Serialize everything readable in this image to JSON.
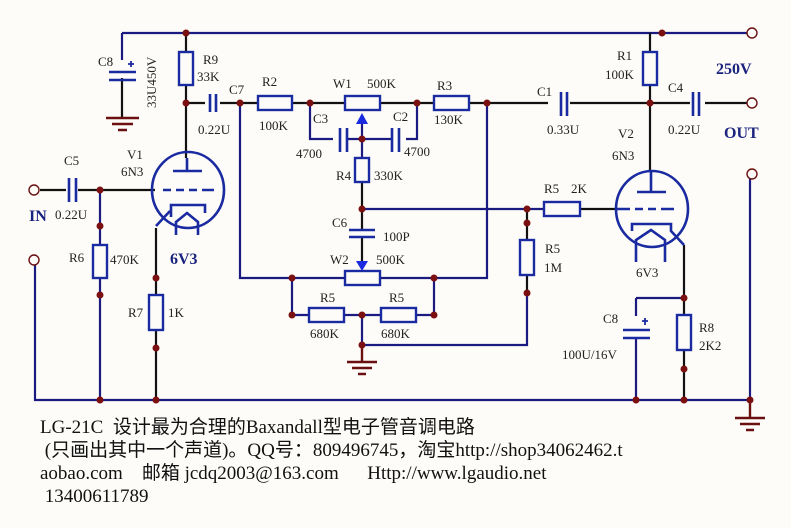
{
  "title": "LG-21C Baxandall tube tone control circuit",
  "components": {
    "C8_top": {
      "ref": "C8",
      "value": "33U450V"
    },
    "R9": {
      "ref": "R9",
      "value": "33K"
    },
    "C7": {
      "ref": "C7",
      "value": "0.22U"
    },
    "R2": {
      "ref": "R2",
      "value": "100K"
    },
    "W1": {
      "ref": "W1",
      "value": "500K"
    },
    "R3": {
      "ref": "R3",
      "value": "130K"
    },
    "C3": {
      "ref": "C3",
      "value": "4700"
    },
    "C2": {
      "ref": "C2",
      "value": "4700"
    },
    "R4": {
      "ref": "R4",
      "value": "330K"
    },
    "C6": {
      "ref": "C6",
      "value": "100P"
    },
    "W2": {
      "ref": "W2",
      "value": "500K"
    },
    "R5_left": {
      "ref": "R5",
      "value": "680K"
    },
    "R5_right": {
      "ref": "R5",
      "value": "680K"
    },
    "C1": {
      "ref": "C1",
      "value": "0.33U"
    },
    "R1": {
      "ref": "R1",
      "value": "100K"
    },
    "C4": {
      "ref": "C4",
      "value": "0.22U"
    },
    "V1": {
      "ref": "V1",
      "type": "6N3",
      "heater": "6V3"
    },
    "V2": {
      "ref": "V2",
      "type": "6N3",
      "heater": "6V3"
    },
    "C5": {
      "ref": "C5",
      "value": "0.22U"
    },
    "R6": {
      "ref": "R6",
      "value": "470K"
    },
    "R7": {
      "ref": "R7",
      "value": "1K"
    },
    "R5_grid": {
      "ref": "R5",
      "value": "2K"
    },
    "R5_1M": {
      "ref": "R5",
      "value": "1M"
    },
    "C8_bottom": {
      "ref": "C8",
      "value": "100U/16V"
    },
    "R8": {
      "ref": "R8",
      "value": "2K2"
    }
  },
  "terminals": {
    "input": "IN",
    "output": "OUT",
    "supply": "250V"
  },
  "caption": {
    "line1": "LG-21C  设计最为合理的Baxandall型电子管音调电路",
    "line2": " (只画出其中一个声道)。QQ号：809496745，淘宝http://shop34062462.t",
    "line3": "aobao.com    邮箱 jcdq2003@163.com      Http://www.lgaudio.net",
    "line4": " 13400611789"
  }
}
